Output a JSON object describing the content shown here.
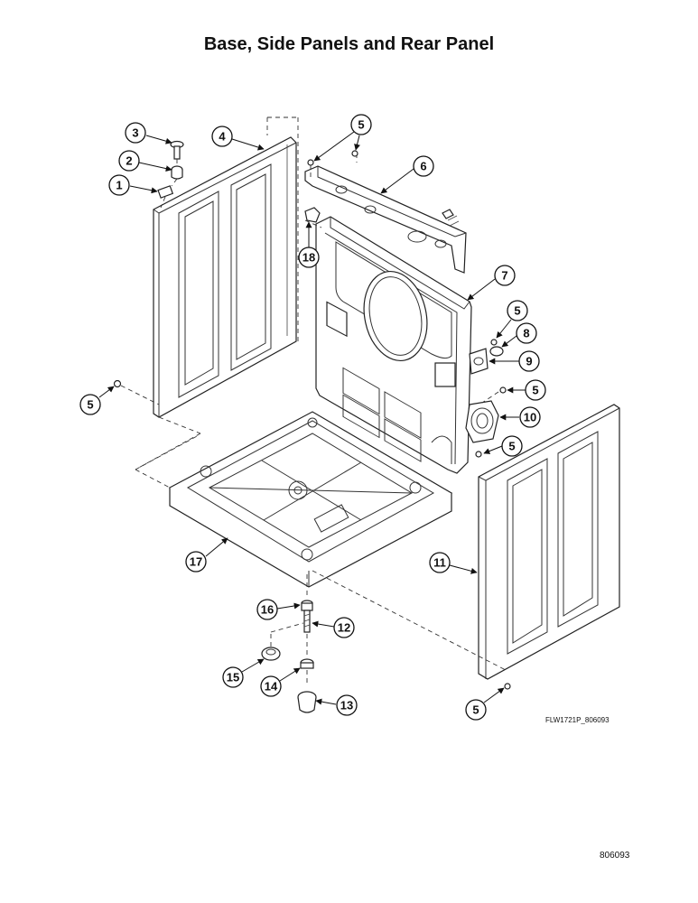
{
  "page": {
    "title": "Base, Side Panels and Rear Panel",
    "drawing_code": "FLW1721P_806093",
    "page_number": "806093"
  },
  "callouts": [
    "1",
    "2",
    "3",
    "4",
    "5",
    "6",
    "7",
    "8",
    "9",
    "10",
    "11",
    "12",
    "13",
    "14",
    "15",
    "16",
    "17",
    "18"
  ]
}
